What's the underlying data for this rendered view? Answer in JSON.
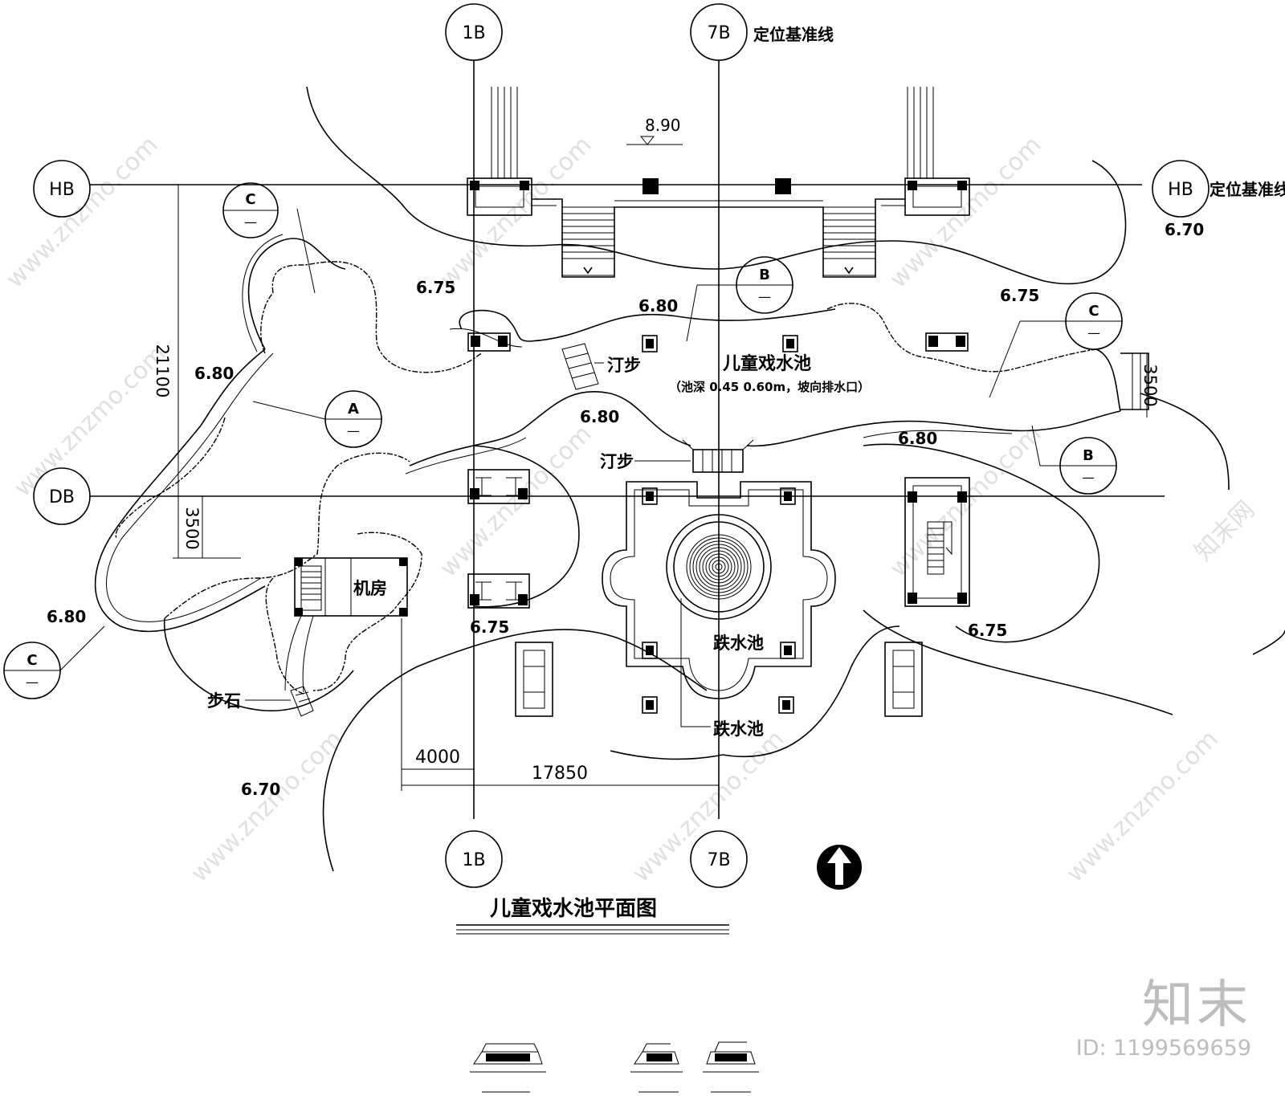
{
  "grid": {
    "axis_1b": "1B",
    "axis_7b": "7B",
    "axis_hb": "HB",
    "axis_db": "DB",
    "baseline_label": "定位基准线"
  },
  "elevations": {
    "top": "8.90",
    "e670_right": "6.70",
    "e675_left": "6.75",
    "e675_right": "6.75",
    "e680_top": "6.80",
    "e680_left": "6.80",
    "e680_mid": "6.80",
    "e680_right": "6.80",
    "e680_bottom_left": "6.80",
    "e675_center_left": "6.75",
    "e675_center_right": "6.75",
    "e670_bottom": "6.70"
  },
  "dimensions": {
    "d21100": "21100",
    "d3500_left": "3500",
    "d3500_right": "3500",
    "d4000": "4000",
    "d17850": "17850"
  },
  "sections": {
    "a": "A",
    "b": "B",
    "c": "C",
    "dash": "—"
  },
  "labels": {
    "stepping_stones": "汀步",
    "pool_name": "儿童戏水池",
    "pool_note": "（池深 0.45 0.60m，坡向排水口）",
    "machine_room": "机房",
    "step_stones": "步石",
    "cascade_pool": "跌水池",
    "drawing_title": "儿童戏水池平面图"
  },
  "watermark": {
    "site": "www.znzmo.com",
    "brand": "知末网",
    "logo": "知末",
    "id": "ID: 1199569659"
  }
}
